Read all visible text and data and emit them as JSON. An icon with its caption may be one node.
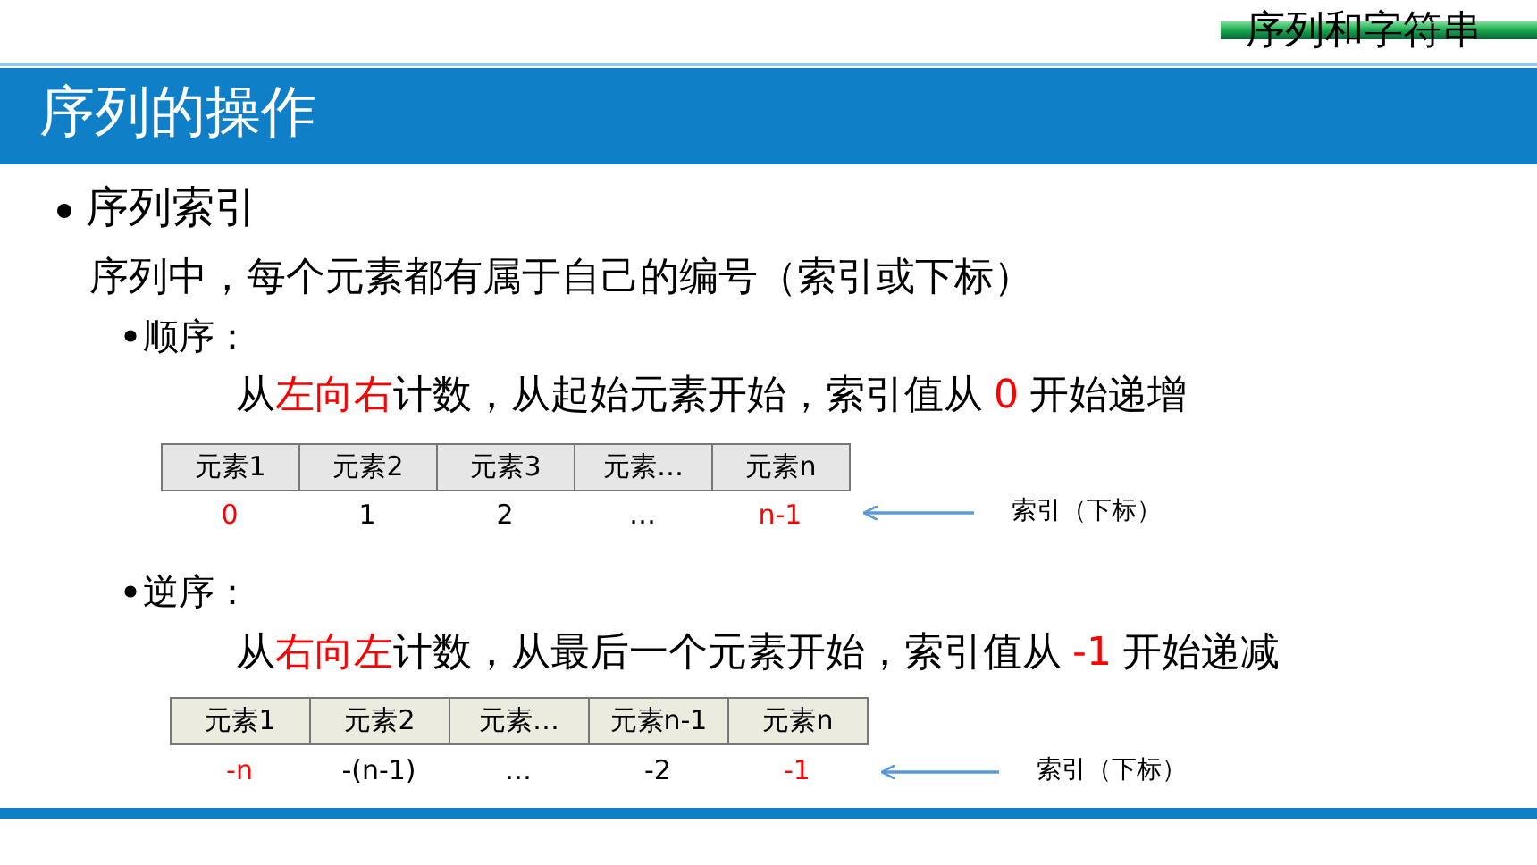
{
  "diagram": {
    "title": "序列的操作",
    "nodes": [
      {
        "text": [
          "元素1"
        ]
      },
      {
        "text": [
          "元素2"
        ]
      },
      {
        "text": [
          "元素3"
        ]
      },
      {
        "text": [
          "元素…"
        ]
      },
      {
        "text": [
          "元素n"
        ]
      },
      {
        "text": [
          "索引（下标）"
        ]
      },
      {
        "text": [
          "元素1"
        ]
      },
      {
        "text": [
          "元素2"
        ]
      },
      {
        "text": [
          "元素…"
        ]
      },
      {
        "text": [
          "元素n-1"
        ]
      },
      {
        "text": [
          "元素n"
        ]
      },
      {
        "text": [
          "索引（下标）"
        ]
      }
    ],
    "edges": [
      {
        "from": 5,
        "to": 4,
        "arrow": "to"
      },
      {
        "from": 11,
        "to": 10,
        "arrow": "to"
      }
    ],
    "labels": [
      "序列和字符串",
      "序列索引",
      "序列中，每个元素都有属于自己的编号（索引或下标）",
      "顺序：",
      "从",
      "左向右",
      "计数，从起始元素开始，索引值从",
      "0",
      "开始递增",
      "0",
      "1",
      "2",
      "…",
      "n-1",
      "逆序：",
      "从",
      "右向左",
      "计数，从最后一个元素开始，索引值从",
      "-1",
      "开始递减",
      "-n",
      "-(n-1)",
      "…",
      "-2",
      "-1"
    ]
  }
}
